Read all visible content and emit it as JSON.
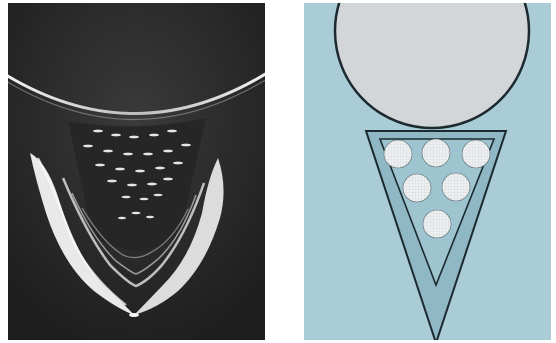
{
  "figure": {
    "panels": [
      {
        "id": "left",
        "kind": "photograph",
        "tone": "grayscale"
      },
      {
        "id": "right",
        "kind": "illustration"
      }
    ],
    "colors": {
      "photo_background": "#2b2b2b",
      "photo_highlight": "#e8e8e8",
      "diagram_background": "#a9ccd6",
      "circle_fill": "#d3d6d8",
      "triangle_fill": "#8fb8c4",
      "outline": "#1c2a30",
      "dot_fill": "#eef0f1"
    },
    "dots": {
      "count": 6,
      "rows": [
        3,
        2,
        1
      ]
    }
  }
}
